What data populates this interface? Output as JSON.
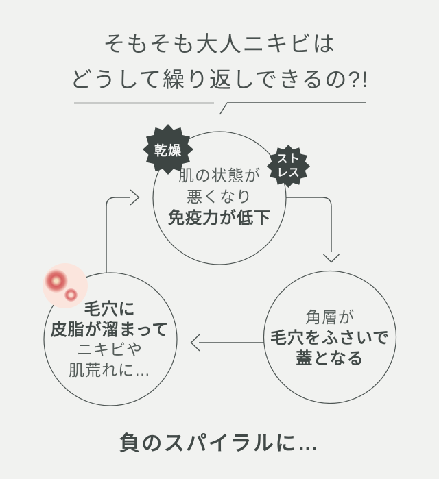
{
  "title": {
    "line1": "そもそも大人ニキビは",
    "line2": "どうして繰り返しできるの?!"
  },
  "cycle": {
    "top_circle": {
      "line1": "肌の状態が",
      "line2": "悪くなり",
      "line3": "免疫力が低下"
    },
    "right_circle": {
      "line1": "角層が",
      "line2": "毛穴をふさいで",
      "line3": "蓋となる"
    },
    "left_circle": {
      "line1": "毛穴に",
      "line2": "皮脂が溜まって",
      "line3": "ニキビや",
      "line4": "肌荒れに…"
    }
  },
  "badges": {
    "dryness": "乾燥",
    "stress_line1": "スト",
    "stress_line2": "レス"
  },
  "footer": {
    "caption": "負のスパイラルに…"
  },
  "icons": {
    "dryness_badge": "starburst-icon",
    "stress_badge": "starburst-icon",
    "acne_illustration": "pimple-skin-icon"
  },
  "colors": {
    "background": "#f1f2f0",
    "line_stroke": "#4d5553",
    "title_text": "#49514f",
    "regular_text": "#565e5b",
    "bold_text": "#424a48",
    "badge_background": "#3d4543",
    "badge_text": "#f5f6f5",
    "acne_skin_pink": "#fbe5dd",
    "acne_red": "#d96363"
  }
}
